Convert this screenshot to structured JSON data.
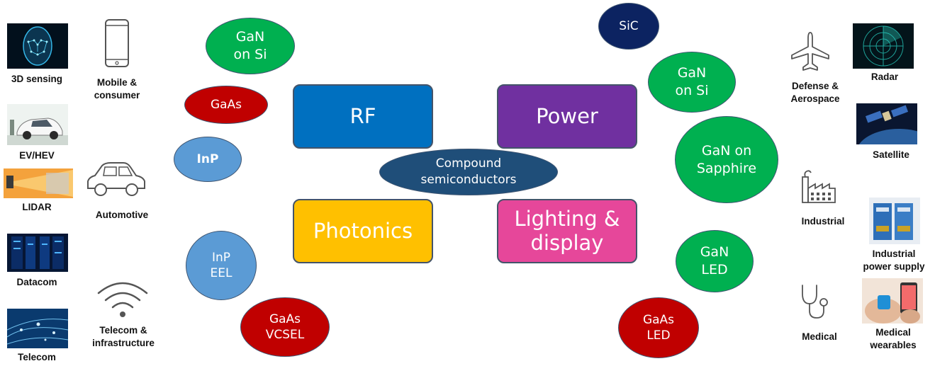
{
  "center": {
    "label": "Compound\nsemiconductors"
  },
  "boxes": {
    "rf": "RF",
    "power": "Power",
    "photonics": "Photonics",
    "lighting": "Lighting &\ndisplay"
  },
  "materials": {
    "gan_si_left": "GaN\non Si",
    "gaas_left": "GaAs",
    "inp": "InP",
    "inp_eel": "InP\nEEL",
    "gaas_vcsel": "GaAs\nVCSEL",
    "sic": "SiC",
    "gan_si_right": "GaN\non Si",
    "gan_sapphire": "GaN on\nSapphire",
    "gan_led": "GaN\nLED",
    "gaas_led": "GaAs\nLED"
  },
  "applications_left_photos": [
    "3D sensing",
    "EV/HEV",
    "LIDAR",
    "Datacom",
    "Telecom"
  ],
  "applications_left_icons": [
    "Mobile &\nconsumer",
    "Automotive",
    "Telecom &\ninfrastructure"
  ],
  "applications_right_icons": [
    "Defense &\nAerospace",
    "Industrial",
    "Medical"
  ],
  "applications_right_photos": [
    "Radar",
    "Satellite",
    "Industrial\npower supply",
    "Medical\nwearables"
  ],
  "colors": {
    "rf": "#0070c0",
    "power": "#7030a0",
    "photonics": "#ffc000",
    "lighting": "#e6479a",
    "center": "#1f4e79",
    "gan": "#00b050",
    "gaas": "#c00000",
    "inp": "#5b9bd5",
    "sic": "#0c2361"
  }
}
